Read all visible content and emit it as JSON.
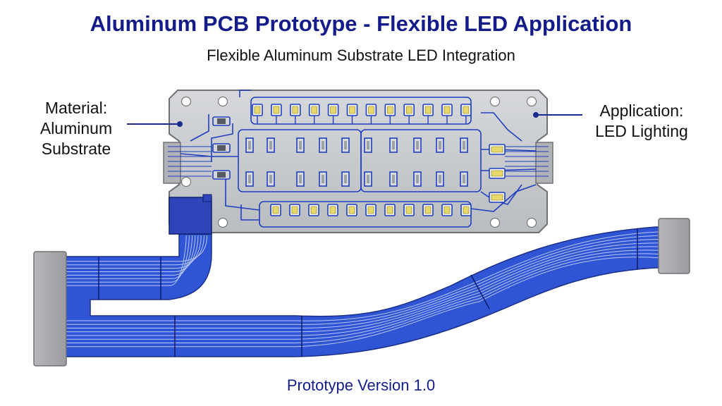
{
  "header": {
    "title": "Aluminum PCB Prototype - Flexible LED Application",
    "subtitle": "Flexible Aluminum Substrate LED Integration"
  },
  "callouts": {
    "material": {
      "line1": "Material:",
      "line2": "Aluminum",
      "line3": "Substrate"
    },
    "application": {
      "line1": "Application:",
      "line2": "LED Lighting"
    }
  },
  "footer": {
    "version": "Prototype Version 1.0"
  },
  "colors": {
    "trace": "#1f3fbf",
    "flex_cable": "#2f55d4",
    "board": "#c8cacd",
    "connector": "#a9abae",
    "text_accent": "#141c8a"
  },
  "components": {
    "top_led_count": 12,
    "bottom_led_count": 11,
    "side_led_count": 3,
    "left_resistor_count": 3
  }
}
